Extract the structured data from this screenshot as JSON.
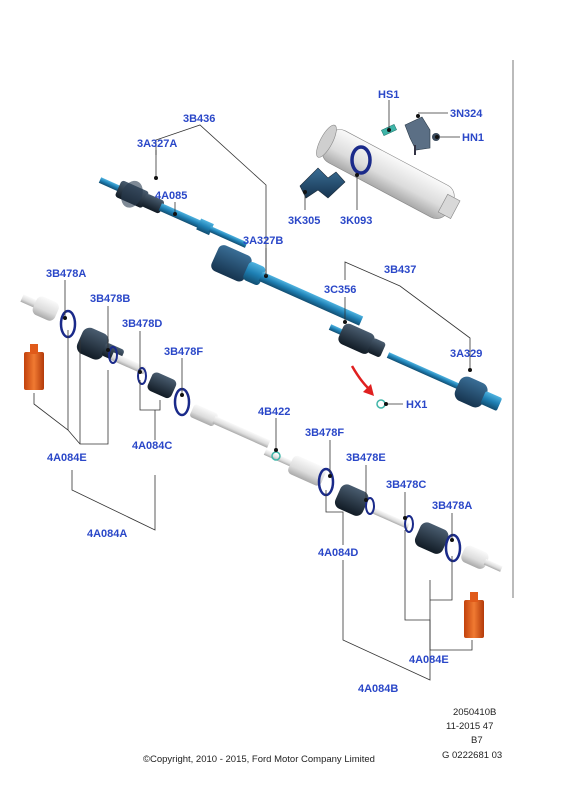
{
  "diagram": {
    "labels": {
      "hs1": "HS1",
      "n324": "3N324",
      "hn1": "HN1",
      "k305": "3K305",
      "k093": "3K093",
      "b436": "3B436",
      "a327a": "3A327A",
      "a085": "4A085",
      "a327b": "3A327B",
      "b437": "3B437",
      "c356": "3C356",
      "a329": "3A329",
      "hx1": "HX1",
      "b478a_l": "3B478A",
      "b478b_l": "3B478B",
      "b478d_l": "3B478D",
      "b478f_l": "3B478F",
      "a084e_l": "4A084E",
      "a084c_l": "4A084C",
      "a084a_l": "4A084A",
      "b422": "4B422",
      "b478f_r": "3B478F",
      "b478e_r": "3B478E",
      "b478c_r": "3B478C",
      "b478a_r": "3B478A",
      "a084d_r": "4A084D",
      "a084e_r": "4A084E",
      "a084b_r": "4A084B"
    },
    "colors": {
      "label": "#2a47c8",
      "shaft": "#1e7fb3",
      "shaft_dark": "#1a3f5e",
      "ring": "#1a2a8a",
      "boot": "#1c2a38",
      "grease": "#e05a1a",
      "housing": "#e4e4e4",
      "arrow": "#e02020"
    }
  },
  "footer": {
    "ref_line1": "2050410B",
    "ref_line2": "11-2015 47",
    "ref_line3": "B7",
    "ref_line4": "G 0222681 03",
    "copyright": "©Copyright, 2010 - 2015, Ford Motor Company Limited"
  }
}
